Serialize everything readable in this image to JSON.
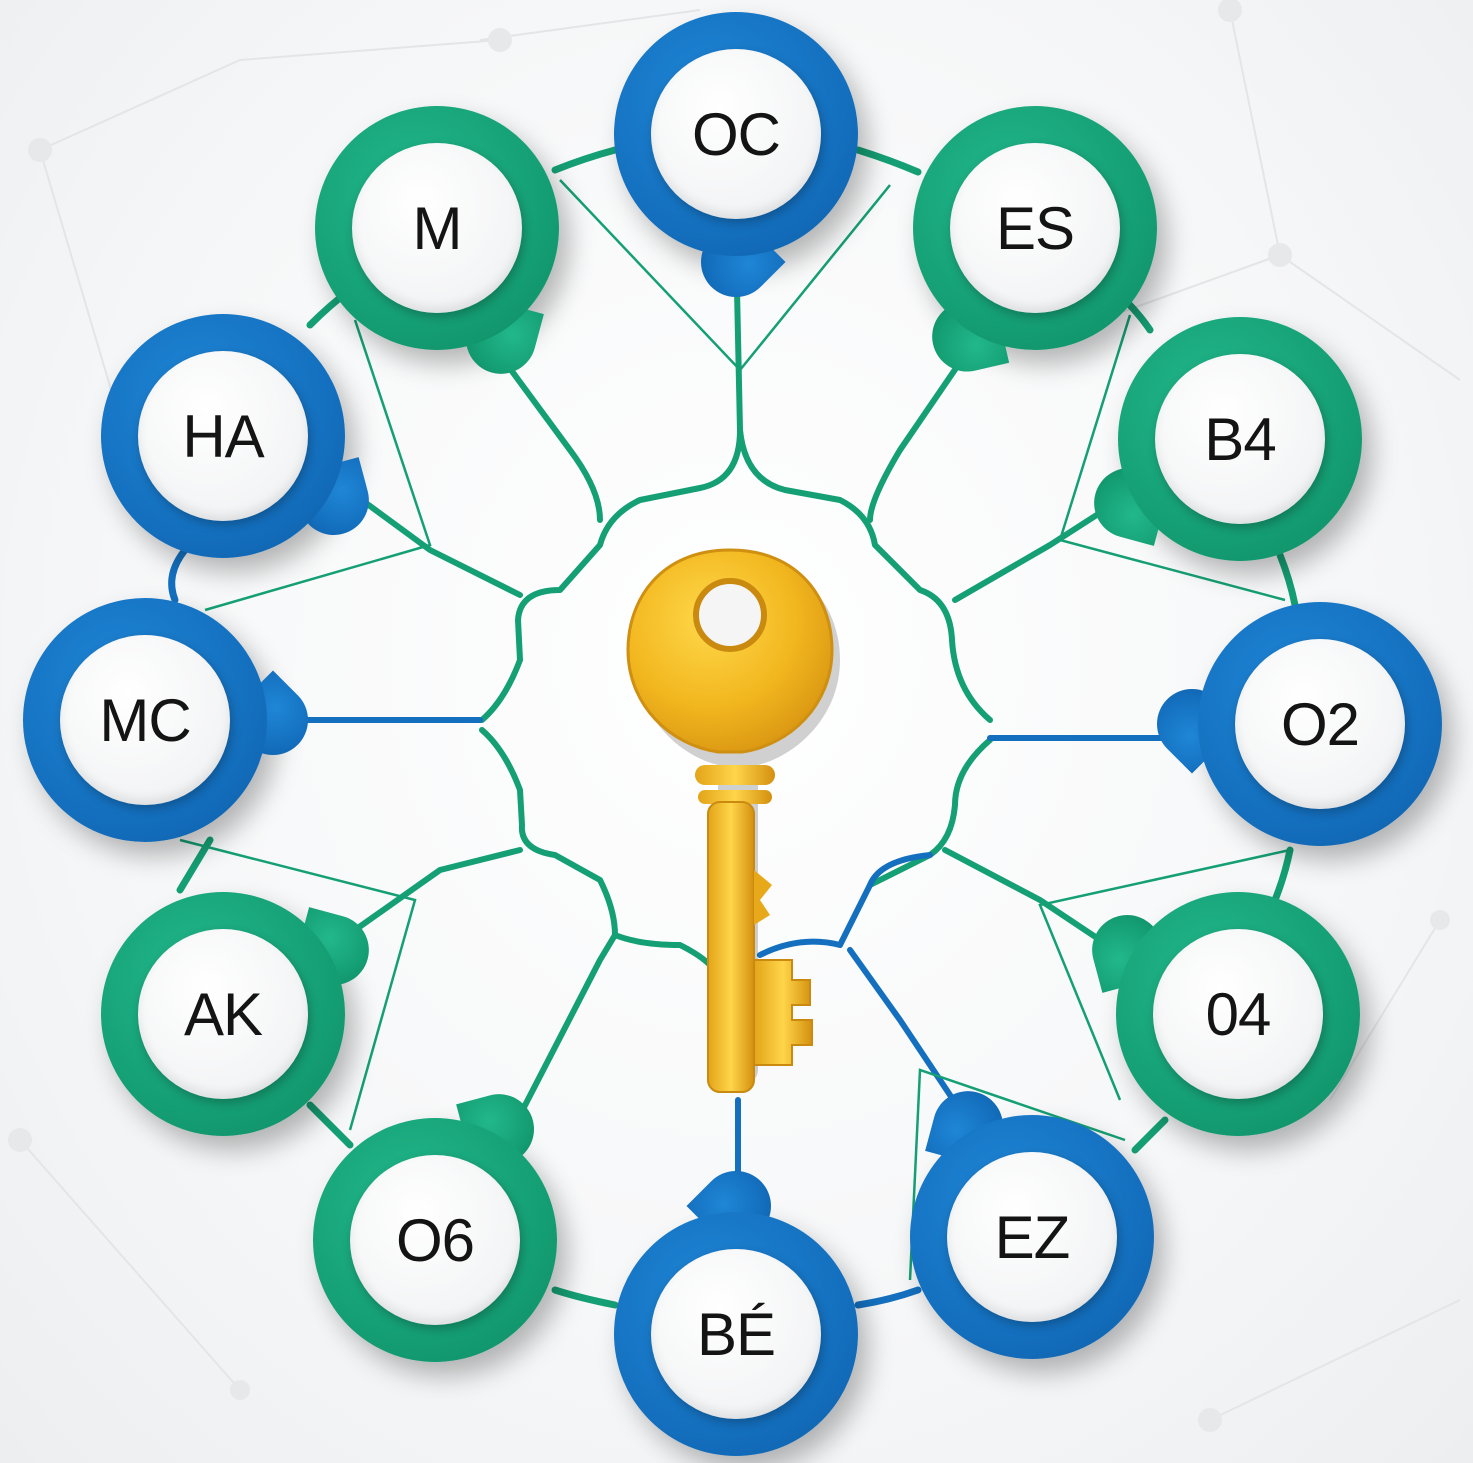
{
  "diagram": {
    "center_icon": "key-icon",
    "colors": {
      "green": "#159f74",
      "blue": "#1470bf",
      "key": "#f2b71f",
      "background": "#f6f7f8"
    },
    "nodes": [
      {
        "id": "oc",
        "label": "OC",
        "color": "blue"
      },
      {
        "id": "es",
        "label": "ES",
        "color": "green"
      },
      {
        "id": "b4",
        "label": "B4",
        "color": "green"
      },
      {
        "id": "o2",
        "label": "O2",
        "color": "blue"
      },
      {
        "id": "04",
        "label": "04",
        "color": "green"
      },
      {
        "id": "ez",
        "label": "EZ",
        "color": "blue"
      },
      {
        "id": "be",
        "label": "BÉ",
        "color": "blue"
      },
      {
        "id": "o6",
        "label": "O6",
        "color": "green"
      },
      {
        "id": "ak",
        "label": "AK",
        "color": "green"
      },
      {
        "id": "mc",
        "label": "MC",
        "color": "blue"
      },
      {
        "id": "ha",
        "label": "HA",
        "color": "blue"
      },
      {
        "id": "m",
        "label": "M",
        "color": "green"
      }
    ]
  }
}
